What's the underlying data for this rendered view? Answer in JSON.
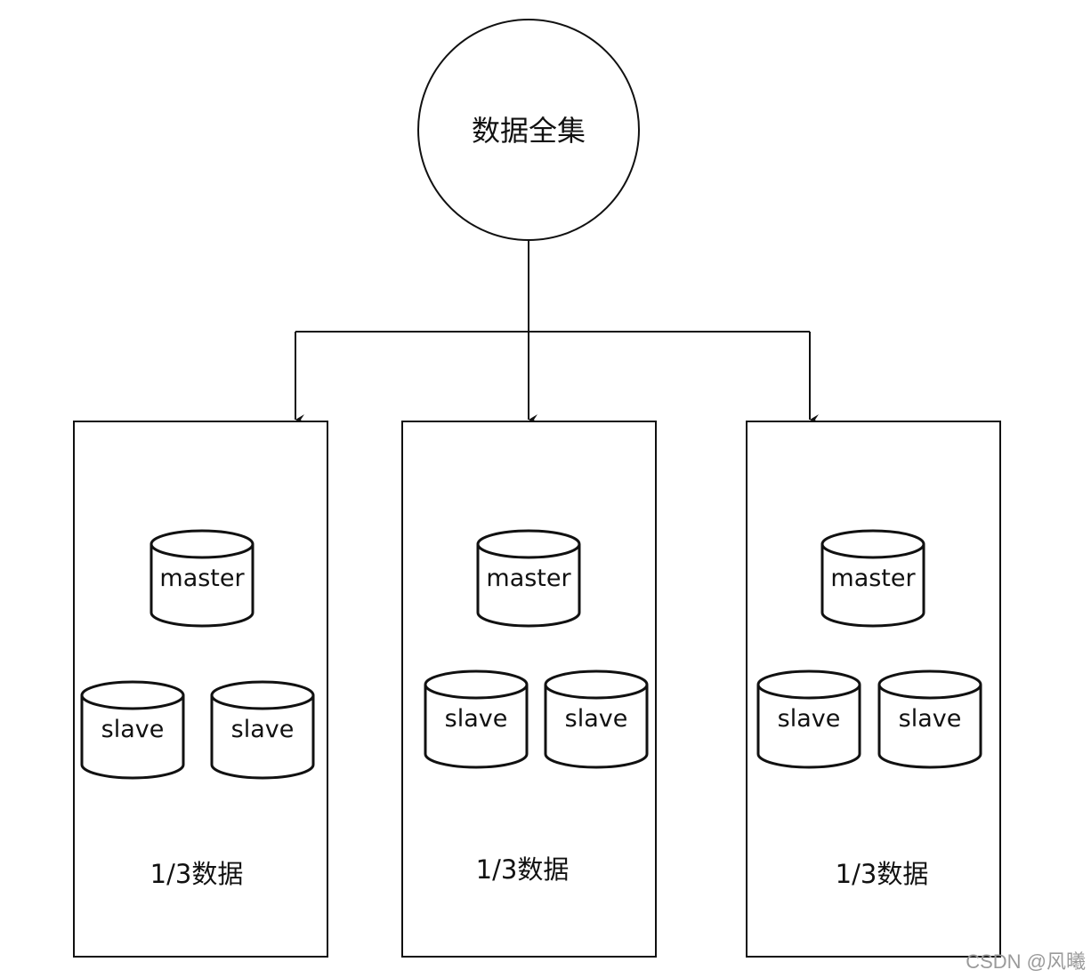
{
  "diagram": {
    "root_label": "数据全集",
    "shards": [
      {
        "share_label": "1/3数据",
        "master_label": "master",
        "slave_labels": [
          "slave",
          "slave"
        ]
      },
      {
        "share_label": "1/3数据",
        "master_label": "master",
        "slave_labels": [
          "slave",
          "slave"
        ]
      },
      {
        "share_label": "1/3数据",
        "master_label": "master",
        "slave_labels": [
          "slave",
          "slave"
        ]
      }
    ]
  },
  "watermark": "CSDN @风曦"
}
